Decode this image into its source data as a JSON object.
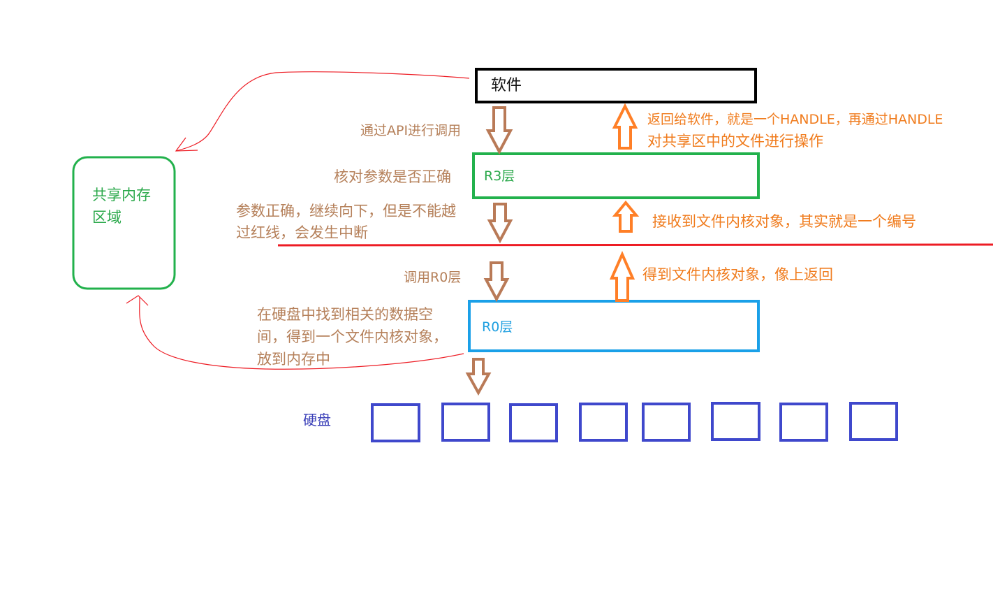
{
  "boxes": {
    "software": "软件",
    "r3": "R3层",
    "r0": "R0层",
    "shared_memory": [
      "共享内存",
      "区域"
    ],
    "disk": "硬盘"
  },
  "down_notes": {
    "api_call": "通过API进行调用",
    "check_params": "核对参数是否正确",
    "params_ok": [
      "参数正确，继续向下，但是不能越",
      "过红线，会发生中断"
    ],
    "call_r0": "调用R0层",
    "find_disk": [
      "在硬盘中找到相关的数据空",
      "间，得到一个文件内核对象，",
      "放到内存中"
    ]
  },
  "up_notes": {
    "return_handle": [
      "返回给软件，就是一个HANDLE，再通过HANDLE",
      "对共享区中的文件进行操作"
    ],
    "receive_obj": "接收到文件内核对象，其实就是一个编号",
    "get_obj": "得到文件内核对象，像上返回"
  },
  "disk_blocks": 8,
  "colors": {
    "black": "#000000",
    "green": "#22b14c",
    "blue": "#1aa0e8",
    "red": "#ed1c24",
    "indigo": "#3f48cc",
    "brown": "#b97a57",
    "orange": "#ff7f27"
  }
}
